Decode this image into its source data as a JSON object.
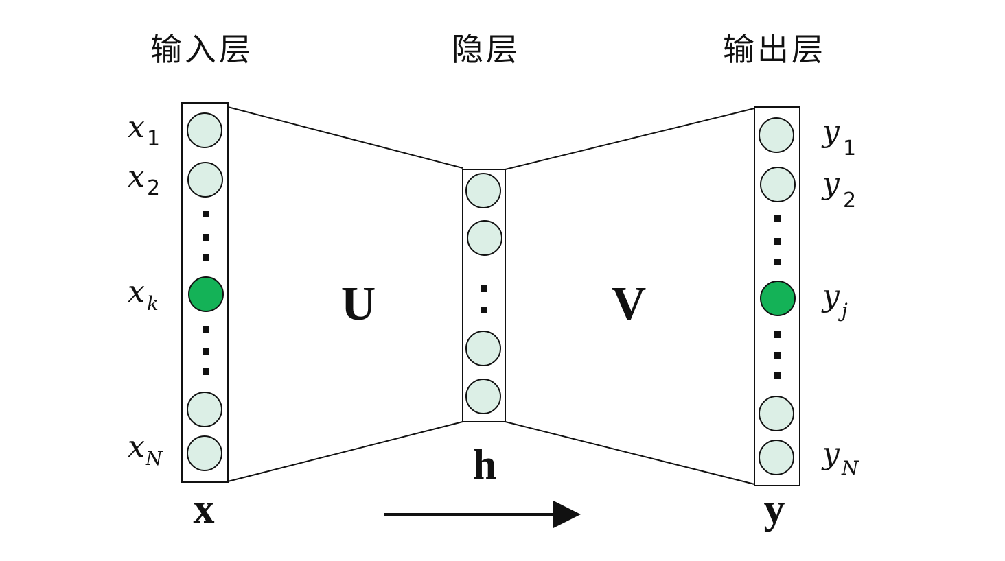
{
  "title": "Neural network: input layer → hidden layer → output layer",
  "layers": {
    "input": {
      "title": "输入层",
      "vector_label": "x"
    },
    "hidden": {
      "title": "隐层",
      "vector_label": "h"
    },
    "output": {
      "title": "输出层",
      "vector_label": "y"
    }
  },
  "weights": {
    "input_to_hidden": "U",
    "hidden_to_output": "V"
  },
  "input_labels": [
    {
      "base": "x",
      "sub": "1"
    },
    {
      "base": "x",
      "sub": "2"
    },
    {
      "base": "x",
      "sub": "k"
    },
    {
      "base": "x",
      "sub": "N"
    }
  ],
  "output_labels": [
    {
      "base": "y",
      "sub": "1"
    },
    {
      "base": "y",
      "sub": "2"
    },
    {
      "base": "y",
      "sub": "j"
    },
    {
      "base": "y",
      "sub": "N"
    }
  ],
  "colors": {
    "node_fill": "#dcefe6",
    "active_node_fill": "#14b257",
    "stroke": "#111111"
  },
  "flow_direction": "left-to-right"
}
